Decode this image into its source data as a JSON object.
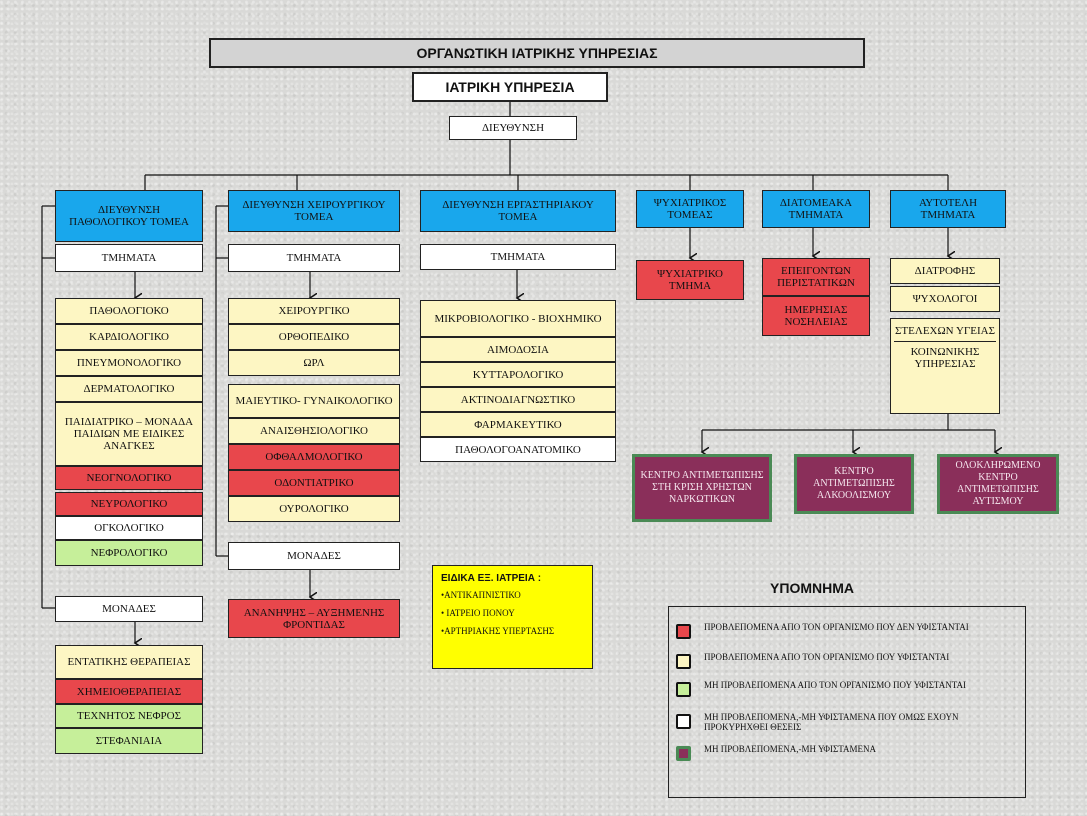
{
  "title": "ΟΡΓΑΝΩΤΙΚΗ ΙΑΤΡΙΚΗΣ ΥΠΗΡΕΣΙΑΣ",
  "service": "ΙΑΤΡΙΚΗ ΥΠΗΡΕΣΙΑ",
  "direction": "ΔΙΕΥΘΥΝΣΗ",
  "col1": {
    "head": "ΔΙΕΥΘΥΝΣΗ ΠΑΘΟΛΟΓΙΚΟΥ ΤΟΜΕΑ",
    "tm": "ΤΜΗΜΑΤΑ",
    "items": [
      "ΠΑΘΟΛΟΓΙΟΚΟ",
      "ΚΑΡΔΙΟΛΟΓΙΚΟ",
      "ΠΝΕΥΜΟΝΟΛΟΓΙΚΟ",
      "ΔΕΡΜΑΤΟΛΟΓΙΚΟ",
      "ΠΑΙΔΙΑΤΡΙΚΟ – ΜΟΝΑΔΑ ΠΑΙΔΙΩΝ ΜΕ ΕΙΔΙΚΕΣ ΑΝΑΓΚΕΣ",
      "ΝΕΟΓΝΟΛΟΓΙΚΟ",
      "ΝΕΥΡΟΛΟΓΙΚΟ",
      "ΟΓΚΟΛΟΓΙΚΟ",
      "ΝΕΦΡΟΛΟΓΙΚΟ"
    ],
    "mon": "ΜΟΝΑΔΕΣ",
    "units": [
      "ΕΝΤΑΤΙΚΗΣ ΘΕΡΑΠΕΙΑΣ",
      "ΧΗΜΕΙΟΘΕΡΑΠΕΙΑΣ",
      "ΤΕΧΝΗΤΟΣ ΝΕΦΡΟΣ",
      "ΣΤΕΦΑΝΙΑΙΑ"
    ]
  },
  "col2": {
    "head": "ΔΙΕΥΘΥΝΣΗ ΧΕΙΡΟΥΡΓΙΚΟΥ ΤΟΜΕΑ",
    "tm": "ΤΜΗΜΑΤΑ",
    "items": [
      "ΧΕΙΡΟΥΡΓΙΚΟ",
      "ΟΡΘΟΠΕΔΙΚΟ",
      "ΩΡΛ",
      "ΜΑΙΕΥΤΙΚΟ- ΓΥΝΑΙΚΟΛΟΓΙΚΟ",
      "ΑΝΑΙΣΘΗΣΙΟΛΟΓΙΚΟ",
      "ΟΦΘΑΛΜΟΛΟΓΙΚΟ",
      "ΟΔΟΝΤΙΑΤΡΙΚΟ",
      "ΟΥΡΟΛΟΓΙΚΟ"
    ],
    "mon": "ΜΟΝΑΔΕΣ",
    "unit": "ΑΝΑΝΗΨΗΣ – ΑΥΞΗΜΕΝΗΣ ΦΡΟΝΤΙΔΑΣ"
  },
  "col3": {
    "head": "ΔΙΕΥΘΥΝΣΗ ΕΡΓΑΣΤΗΡΙΑΚΟΥ ΤΟΜΕΑ",
    "tm": "ΤΜΗΜΑΤΑ",
    "items": [
      "ΜΙΚΡΟΒΙΟΛΟΓΙΚΟ - ΒΙΟΧΗΜΙΚΟ",
      "ΑΙΜΟΔΟΣΙΑ",
      "ΚΥΤΤΑΡΟΛΟΓΙΚΟ",
      "ΑΚΤΙΝΟΔΙΑΓΝΩΣΤΙΚΟ",
      "ΦΑΡΜΑΚΕΥΤΙΚΟ",
      "ΠΑΘΟΛΟΓΟΑΝΑΤΟΜΙΚΟ"
    ]
  },
  "col4": {
    "head": "ΨΥΧΙΑΤΡΙΚΟΣ ΤΟΜΕΑΣ",
    "item": "ΨΥΧΙΑΤΡΙΚΟ ΤΜΗΜΑ"
  },
  "col5": {
    "head": "ΔΙΑΤΟΜΕΑΚΑ ΤΜΗΜΑΤΑ",
    "items": [
      "ΕΠΕΙΓΟΝΤΩΝ ΠΕΡΙΣΤΑΤΙΚΩΝ",
      "ΗΜΕΡΗΣΙΑΣ ΝΟΣΗΛΕΙΑΣ"
    ]
  },
  "col6": {
    "head": "ΑΥΤΟΤΕΛΗ ΤΜΗΜΑΤΑ",
    "items": [
      "ΔΙΑΤΡΟΦΗΣ",
      "ΨΥΧΟΛΟΓΟΙ",
      "ΣΤΕΛΕΧΩΝ ΥΓΕΙΑΣ",
      "ΚΟΙΝΩΝΙΚΗΣ ΥΠΗΡΕΣΙΑΣ"
    ]
  },
  "centers": [
    "ΚΕΝΤΡΟ ΑΝΤΙΜΕΤΩΠΙΣΗΣ ΣΤΗ ΚΡΙΣΗ ΧΡΗΣΤΩΝ ΝΑΡΚΩΤΙΚΩΝ",
    "ΚΕΝΤΡΟ ΑΝΤΙΜΕΤΩΠΙΣΗΣ ΑΛΚΟΟΛΙΣΜΟΥ",
    "ΟΛΟΚΛΗΡΩΜΕΝΟ ΚΕΝΤΡΟ ΑΝΤΙΜΕΤΩΠΙΣΗΣ ΑΥΤΙΣΜΟΥ"
  ],
  "clinics": {
    "title": "ΕΙΔΙΚΑ ΕΞ. ΙΑΤΡΕΙΑ :",
    "items": [
      "•ΑΝΤΙΚΑΠΝΙΣΤΙΚΟ",
      "• ΙΑΤΡΕΙΟ ΠΟΝΟΥ",
      "•ΑΡΤΗΡΙΑΚΗΣ ΥΠΕΡΤΑΣΗΣ"
    ]
  },
  "legend": {
    "title": "ΥΠΟΜΝΗΜΑ",
    "items": [
      {
        "label": "ΠΡΟΒΛΕΠΟΜΕΝΑ ΑΠΟ ΤΟΝ ΟΡΓΑΝΙΣΜΟ ΠΟΥ ΔΕΝ ΥΦΙΣΤΑΝΤΑΙ",
        "color": "#e8474c"
      },
      {
        "label": "ΠΡΟΒΛΕΠΟΜΕΝΑ ΑΠΟ ΤΟΝ ΟΡΓΑΝΙΣΜΟ ΠΟΥ ΥΦΙΣΤΑΝΤΑΙ",
        "color": "#fdf6c3"
      },
      {
        "label": "ΜΗ ΠΡΟΒΛΕΠΟΜΕΝΑ ΑΠΟ ΤΟΝ ΟΡΓΑΝΙΣΜΟ ΠΟΥ ΥΦΙΣΤΑΝΤΑΙ",
        "color": "#c6ef9a"
      },
      {
        "label": "ΜΗ ΠΡΟΒΛΕΠΟΜΕΝΑ,-ΜΗ ΥΦΙΣΤΑΜΕΝΑ ΠΟΥ ΟΜΩΣ ΕΧΟΥΝ ΠΡΟΚΥΡΗΧΘΕΙ ΘΕΣΕΙΣ",
        "color": "#ffffff"
      },
      {
        "label": "ΜΗ ΠΡΟΒΛΕΠΟΜΕΝΑ,-ΜΗ ΥΦΙΣΤΑΜΕΝΑ",
        "color": "#8a2f5a"
      }
    ]
  }
}
